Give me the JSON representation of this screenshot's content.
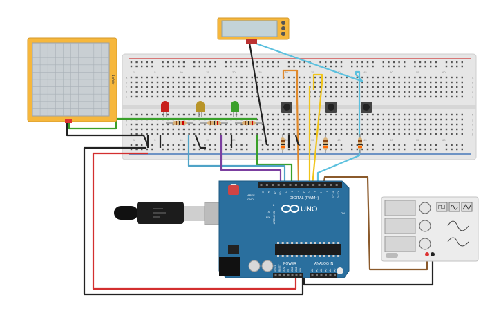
{
  "oscilloscope": {
    "label": "1 s/div",
    "screen_color": "#c9cfd3",
    "frame_color": "#f6b73c"
  },
  "lcd": {
    "display_color": "#c3d3d8",
    "frame_color": "#f6b73c"
  },
  "breadboard": {
    "color": "#e6e6e6",
    "row_letters_top": [
      "a",
      "b",
      "c",
      "d",
      "e"
    ],
    "row_letters_bottom": [
      "f",
      "g",
      "h",
      "i",
      "j"
    ],
    "column_numbers": [
      "1",
      "5",
      "10",
      "15",
      "20",
      "25",
      "30",
      "35",
      "40",
      "45",
      "50",
      "55",
      "60"
    ]
  },
  "leds": [
    {
      "name": "red",
      "color": "#c8201c"
    },
    {
      "name": "yellow",
      "color": "#b89428"
    },
    {
      "name": "green",
      "color": "#3aa02a"
    }
  ],
  "arduino": {
    "board_color": "#2a6f9e",
    "logo_text": "UNO",
    "brand_text": "ARDUINO",
    "digital_label": "DIGITAL (PWM~)",
    "power_label": "POWER",
    "analog_label": "ANALOG IN",
    "on_label": "ON",
    "tx_label": "TX",
    "rx_label": "RX",
    "l_label": "L",
    "aref_label": "AREF",
    "gnd_label": "GND",
    "digital_pins": [
      "13",
      "12",
      "~11",
      "~10",
      "~9",
      "8",
      "7",
      "~6",
      "~5",
      "4",
      "~3",
      "2",
      "TX→1",
      "RX←0"
    ],
    "power_pins": [
      "IOREF",
      "RESET",
      "3.3V",
      "5V",
      "GND",
      "GND",
      "VIN"
    ],
    "analog_pins": [
      "A0",
      "A1",
      "A2",
      "A3",
      "A4",
      "A5"
    ]
  },
  "function_generator": {
    "color": "#ececec"
  },
  "wire_colors": {
    "red": "#d32f2f",
    "black": "#222222",
    "green": "#3aa02a",
    "blue": "#4fa3c7",
    "purple": "#7b3fa0",
    "orange": "#e0892c",
    "yellow": "#f0c419",
    "brown": "#8b5a2b",
    "cyan": "#5bc0de"
  }
}
